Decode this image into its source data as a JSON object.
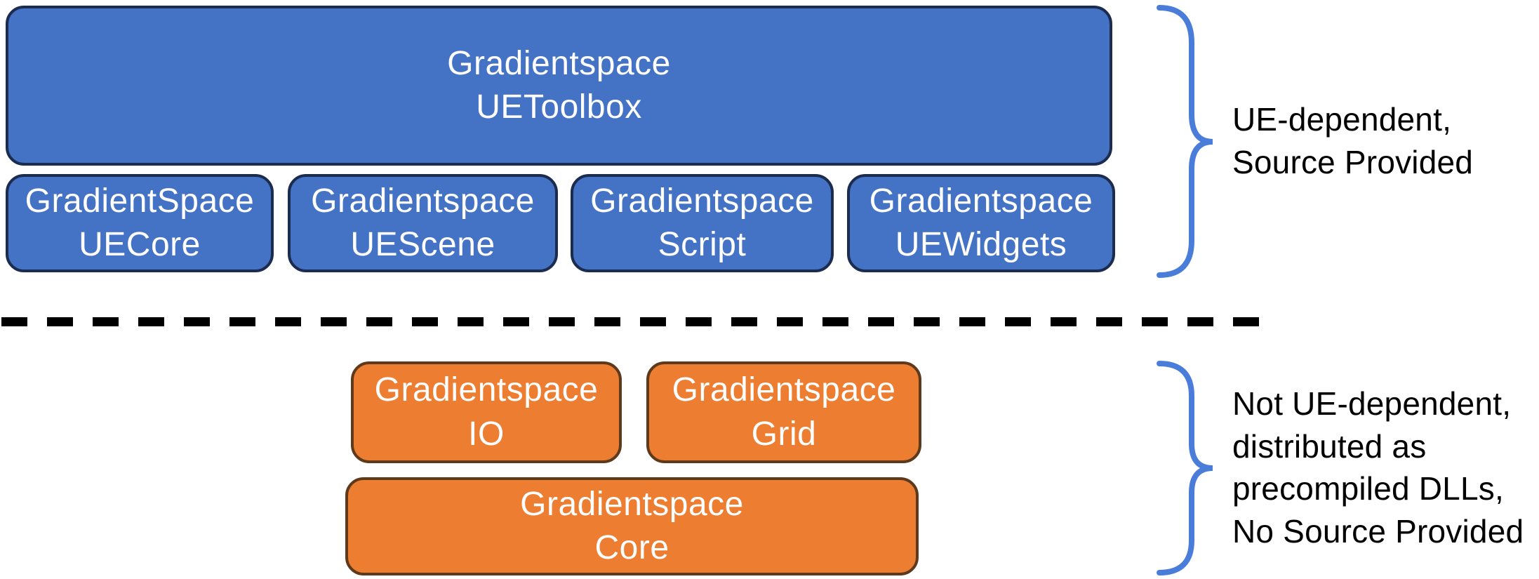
{
  "colors": {
    "blue_fill": "#4472C4",
    "blue_border": "#1C2C4F",
    "orange_fill": "#ED7D31",
    "orange_border": "#5E3A1D",
    "brace_stroke": "#4A7CD9",
    "box_text": "#FFFFFF",
    "annotation_text": "#000000",
    "divider": "#000000"
  },
  "top_section": {
    "toolbox_box": {
      "label": "Gradientspace\nUEToolbox"
    },
    "modules": [
      {
        "label": "GradientSpace\nUECore"
      },
      {
        "label": "Gradientspace\nUEScene"
      },
      {
        "label": "Gradientspace\nScript"
      },
      {
        "label": "Gradientspace\nUEWidgets"
      }
    ],
    "annotation": "UE-dependent,\nSource Provided"
  },
  "bottom_section": {
    "modules": [
      {
        "label": "Gradientspace\nIO"
      },
      {
        "label": "Gradientspace\nGrid"
      }
    ],
    "core_box": {
      "label": "Gradientspace\nCore"
    },
    "annotation": "Not UE-dependent,\ndistributed as\nprecompiled DLLs,\nNo Source Provided"
  }
}
